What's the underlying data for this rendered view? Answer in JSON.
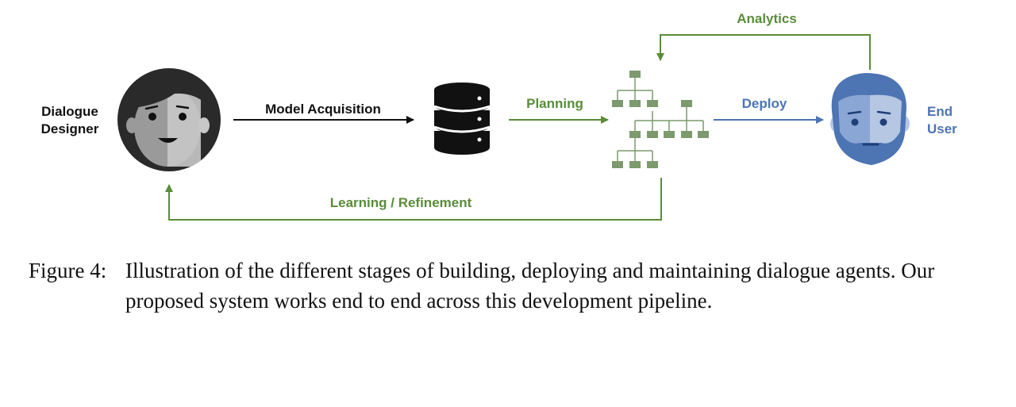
{
  "diagram": {
    "designer_label": [
      "Dialogue",
      "Designer"
    ],
    "model_acquisition_label": "Model Acquisition",
    "planning_label": "Planning",
    "deploy_label": "Deploy",
    "analytics_label": "Analytics",
    "learning_label": "Learning /  Refinement",
    "end_user_label": [
      "End",
      "User"
    ],
    "colors": {
      "black": "#111111",
      "green": "#5a8c3a",
      "blue": "#4d74b3",
      "tree_green": "#7c9a6e"
    }
  },
  "caption": {
    "label": "Figure 4:",
    "text": "Illustration of the different stages of building, deploying and maintaining dialogue agents. Our proposed system works end to end across this development pipeline."
  }
}
